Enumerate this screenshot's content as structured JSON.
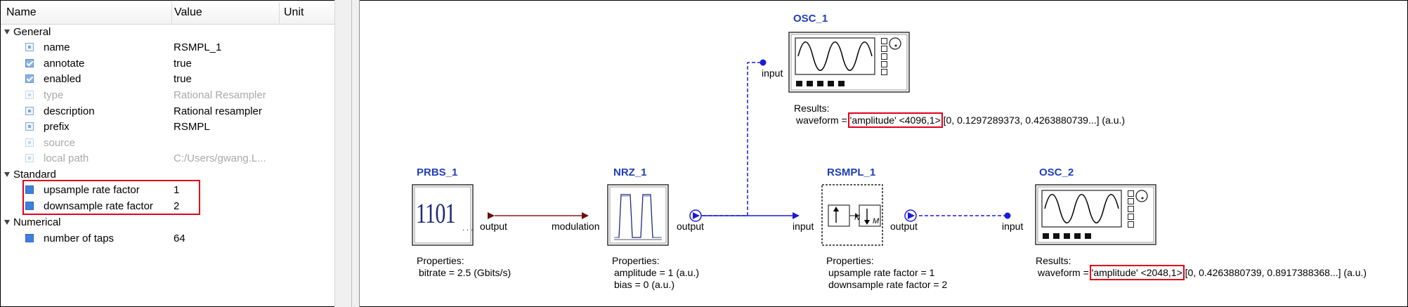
{
  "panel": {
    "headers": {
      "name": "Name",
      "value": "Value",
      "unit": "Unit"
    },
    "groups": {
      "general": "General",
      "standard": "Standard",
      "numerical": "Numerical"
    },
    "rows": [
      {
        "label": "name",
        "value": "RSMPL_1"
      },
      {
        "label": "annotate",
        "value": "true"
      },
      {
        "label": "enabled",
        "value": "true"
      },
      {
        "label": "type",
        "value": "Rational Resampler"
      },
      {
        "label": "description",
        "value": "Rational resampler"
      },
      {
        "label": "prefix",
        "value": "RSMPL"
      },
      {
        "label": "source",
        "value": ""
      },
      {
        "label": "local path",
        "value": "C:/Users/gwang.L..."
      },
      {
        "label": "upsample rate factor",
        "value": "1"
      },
      {
        "label": "downsample rate factor",
        "value": "2"
      },
      {
        "label": "number of taps",
        "value": "64"
      }
    ]
  },
  "diagram": {
    "prbs": {
      "title": "PRBS_1",
      "glyph": "1101",
      "port_out": "output",
      "props_head": "Properties:",
      "props": [
        "bitrate = 2.5 (Gbits/s)"
      ]
    },
    "nrz": {
      "title": "NRZ_1",
      "port_in": "modulation",
      "port_out": "output",
      "props_head": "Properties:",
      "props": [
        "amplitude = 1 (a.u.)",
        "bias = 0 (a.u.)"
      ]
    },
    "rsmpl": {
      "title": "RSMPL_1",
      "port_in": "input",
      "port_out": "output",
      "up": "N",
      "down": "M",
      "props_head": "Properties:",
      "props": [
        "upsample rate factor = 1",
        "downsample rate factor = 2"
      ]
    },
    "osc1": {
      "title": "OSC_1",
      "port_in": "input",
      "results_head": "Results:",
      "wave_label": "waveform =",
      "wave_hl": "'amplitude' <4096,1>",
      "wave_rest": "[0, 0.1297289373, 0.4263880739...] (a.u.)"
    },
    "osc2": {
      "title": "OSC_2",
      "port_in": "input",
      "results_head": "Results:",
      "wave_label": "waveform =",
      "wave_hl": "'amplitude' <2048,1>",
      "wave_rest": "[0, 0.4263880739, 0.8917388368...] (a.u.)"
    }
  },
  "colors": {
    "title": "#1f3fb8",
    "link_red": "#8b1a1a",
    "link_blue": "#1b1bd6",
    "highlight": "#e3001b"
  }
}
